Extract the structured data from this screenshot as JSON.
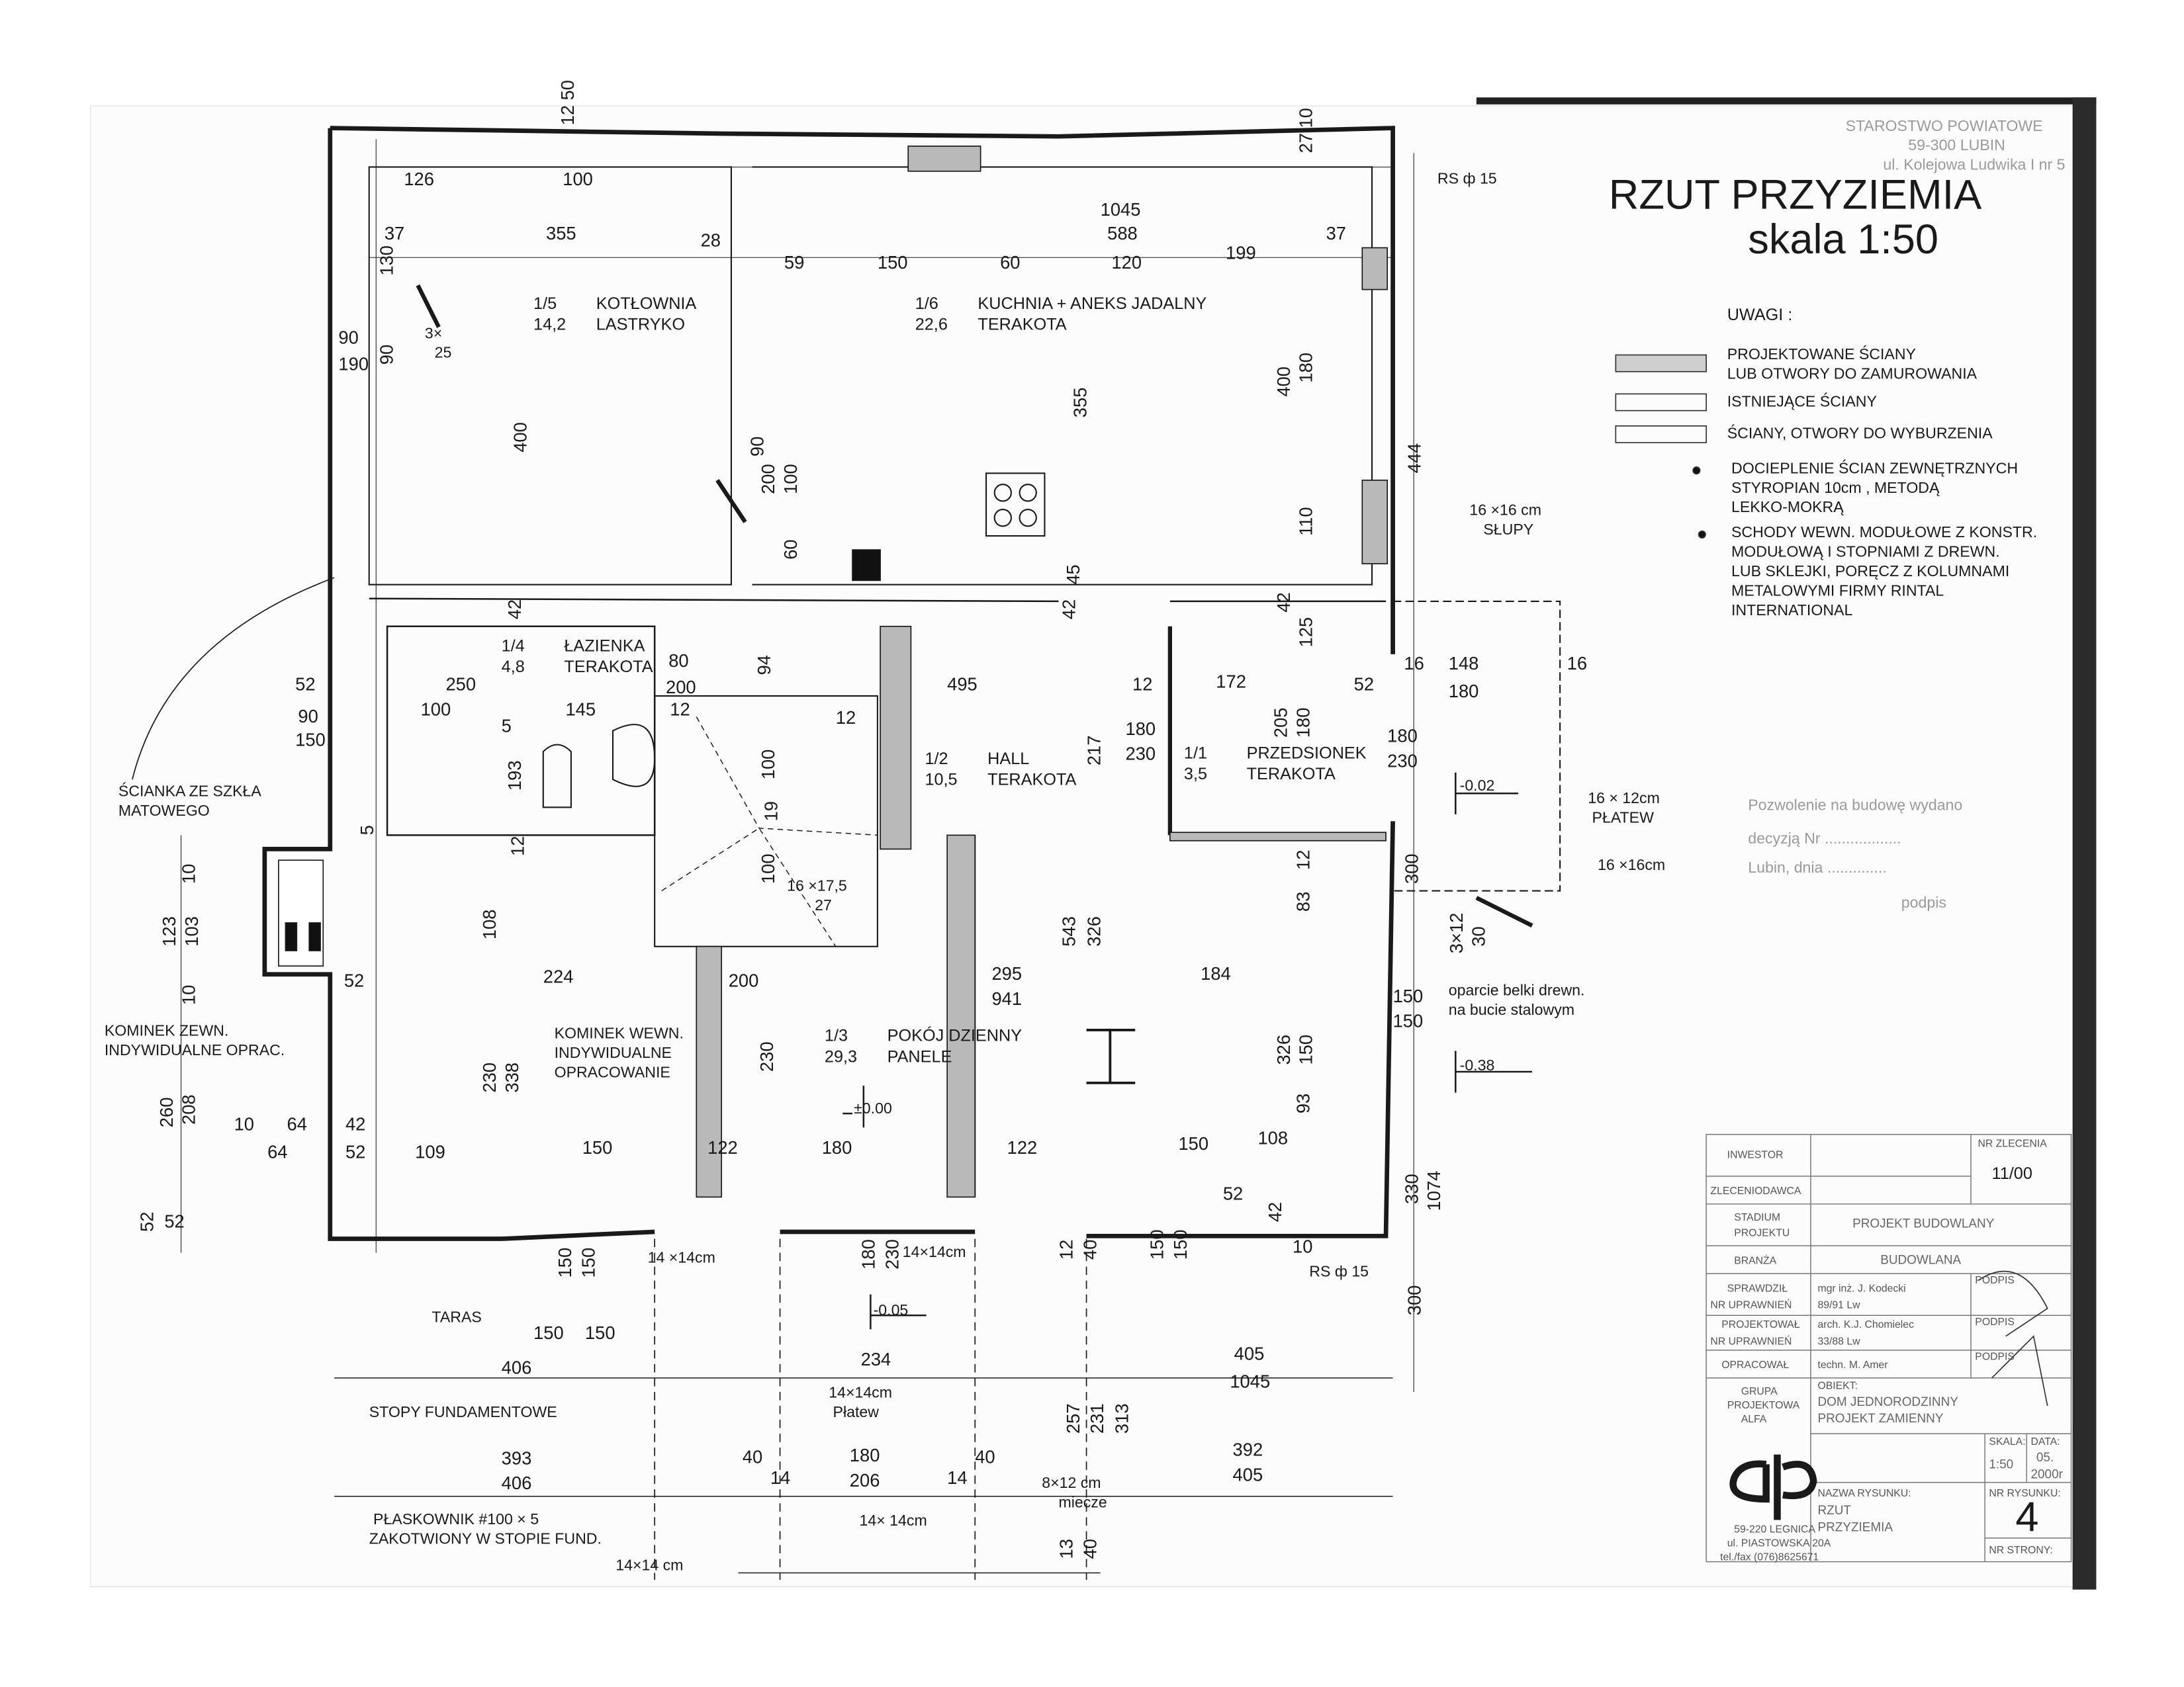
{
  "title": {
    "line1": "RZUT  PRZYZIEMIA",
    "line2": "skala 1:50"
  },
  "stamp": {
    "line1": "STAROSTWO POWIATOWE",
    "line2": "59-300  LUBIN",
    "line3": "ul. Kolejowa Ludwika I nr 5"
  },
  "permit": {
    "line1": "Pozwolenie na budowę wydano",
    "line2": "decyzją Nr ..................",
    "line3": "Lubin, dnia ..............",
    "sign": "podpis"
  },
  "notes": {
    "heading": "UWAGI  :",
    "legend": [
      {
        "l1": "PROJEKTOWANE ŚCIANY",
        "l2": "LUB  OTWORY DO ZAMUROWANIA"
      },
      {
        "l1": "ISTNIEJĄCE  ŚCIANY",
        "l2": ""
      },
      {
        "l1": "ŚCIANY, OTWORY DO WYBURZENIA",
        "l2": ""
      }
    ],
    "bullets": [
      {
        "l1": "DOCIEPLENIE  ŚCIAN  ZEWNĘTRZNYCH",
        "l2": "STYROPIAN  10cm ,     METODĄ",
        "l3": "LEKKO-MOKRĄ",
        "l4": "",
        "l5": ""
      },
      {
        "l1": "SCHODY  WEWN. MODUŁOWE  Z KONSTR.",
        "l2": "MODUŁOWĄ  I STOPNIAMI Z  DREWN.",
        "l3": "LUB  SKLEJKI, PORĘCZ Z KOLUMNAMI",
        "l4": "METALOWYMI FIRMY  RINTAL",
        "l5": "INTERNATIONAL"
      }
    ]
  },
  "rooms": [
    {
      "no": "1/5",
      "area": "14,2",
      "name": "KOTŁOWNIA",
      "floor": "LASTRYKO"
    },
    {
      "no": "1/6",
      "area": "22,6",
      "name": "KUCHNIA + ANEKS JADALNY",
      "floor": "TERAKOTA"
    },
    {
      "no": "1/4",
      "area": "4,8",
      "name": "ŁAZIENKA",
      "floor": "TERAKOTA"
    },
    {
      "no": "1/2",
      "area": "10,5",
      "name": "HALL",
      "floor": "TERAKOTA"
    },
    {
      "no": "1/1",
      "area": "3,5",
      "name": "PRZEDSIONEK",
      "floor": "TERAKOTA"
    },
    {
      "no": "1/3",
      "area": "29,3",
      "name": "POKÓJ DZIENNY",
      "floor": "PANELE"
    }
  ],
  "annotations": {
    "glass_wall": [
      "ŚCIANKA ZE SZKŁA",
      "MATOWEGO"
    ],
    "ext_fireplace": [
      "KOMINEK ZEWN.",
      "INDYWIDUALNE OPRAC."
    ],
    "int_fireplace": [
      "KOMINEK WEWN.",
      "INDYWIDUALNE",
      "OPRACOWANIE"
    ],
    "columns": [
      "16 ×16 cm",
      "SŁUPY"
    ],
    "purlin": [
      "16 × 12cm",
      "PŁATEW"
    ],
    "post": "16 ×16cm",
    "beam_support": [
      "oparcie belki drewn.",
      "na bucie stalowym"
    ],
    "terrace": "TARAS",
    "footings": "STOPY FUNDAMENTOWE",
    "flat_bar": [
      "PŁASKOWNIK #100 × 5",
      "ZAKOTWIONY W STOPIE FUND."
    ],
    "purlin2": [
      "14×14cm",
      "Płatew"
    ],
    "braces": [
      "8×12 cm",
      "miecze"
    ],
    "post_a": "14 ×14cm",
    "post_b": "14×14cm",
    "post_c": "14× 14cm",
    "post_d": "14×14 cm",
    "rs1": "RS ф 15",
    "rs2": "RS  ф 15",
    "stairs": [
      "16 ×17,5",
      "27"
    ],
    "level_000": "±0.00",
    "level_002": "-0.02",
    "level_038": "-0.38",
    "level_005": "-0.05",
    "bars": "3×",
    "bars2": "25"
  },
  "dimensions": {
    "h": [
      "126",
      "100",
      "37",
      "355",
      "28",
      "1045",
      "588",
      "37",
      "59",
      "150",
      "60",
      "120",
      "199",
      "90",
      "190",
      "52",
      "250",
      "80",
      "200",
      "495",
      "12",
      "172",
      "52",
      "16",
      "148",
      "180",
      "16",
      "90",
      "150",
      "100",
      "145",
      "12",
      "5",
      "52",
      "224",
      "200",
      "295",
      "941",
      "184",
      "150",
      "150",
      "10",
      "64",
      "42",
      "64",
      "52",
      "109",
      "150",
      "122",
      "180",
      "122",
      "150",
      "108",
      "52",
      "406",
      "234",
      "405",
      "1045",
      "393",
      "406",
      "40",
      "14",
      "180",
      "206",
      "14",
      "40",
      "392",
      "405",
      "180",
      "230",
      "180",
      "230",
      "52",
      "150",
      "150",
      "10",
      "12"
    ],
    "v": [
      "12",
      "50",
      "27",
      "10",
      "130",
      "90",
      "400",
      "90",
      "200",
      "100",
      "355",
      "400",
      "180",
      "110",
      "444",
      "45",
      "42",
      "42",
      "60",
      "42",
      "125",
      "94",
      "193",
      "100",
      "217",
      "205",
      "180",
      "19",
      "12",
      "108",
      "100",
      "12",
      "300",
      "83",
      "543",
      "326",
      "3×12",
      "30",
      "123",
      "103",
      "10",
      "10",
      "230",
      "338",
      "230",
      "326",
      "150",
      "93",
      "260",
      "208",
      "330",
      "1074",
      "52",
      "42",
      "180",
      "230",
      "150",
      "150",
      "12",
      "40",
      "150",
      "150",
      "300",
      "257",
      "231",
      "313",
      "13",
      "40",
      "5"
    ]
  },
  "title_block": {
    "investor_label": "INWESTOR",
    "order_no_label": "NR ZLECENIA",
    "order_no": "11/00",
    "client_label": "ZLECENIODAWCA",
    "stage_label1": "STADIUM",
    "stage_label2": "PROJEKTU",
    "stage": "PROJEKT  BUDOWLANY",
    "branch_label": "BRANŻA",
    "branch": "BUDOWLANA",
    "checked_label1": "SPRAWDZIŁ",
    "checked_label2": "NR UPRAWNIEŃ",
    "checked_name": "mgr inż. J. Kodecki",
    "checked_no": "89/91 Lw",
    "designed_label1": "PROJEKTOWAŁ",
    "designed_label2": "NR UPRAWNIEŃ",
    "designed_name": "arch. K.J. Chomielec",
    "designed_no": "33/88 Lw",
    "prepared_label": "OPRACOWAŁ",
    "prepared_name": "techn. M. Amer",
    "sign_label1": "PODPIS",
    "sign_label2": "PODPIS",
    "sign_label3": "PODPIS",
    "company1": "GRUPA",
    "company2": "PROJEKTOWA",
    "company3": "ALFA",
    "address1": "59-220 LEGNICA",
    "address2": "ul. PIASTOWSKA 20A",
    "address3": "tel./fax (076)8625671",
    "object_label": "OBIEKT:",
    "object1": "DOM JEDNORODZINNY",
    "object2": "PROJEKT ZAMIENNY",
    "scale_label": "SKALA:",
    "scale": "1:50",
    "date_label": "DATA:",
    "date1": "05.",
    "date2": "2000r",
    "drawing_name_label": "NAZWA RYSUNKU:",
    "drawing_name1": "RZUT",
    "drawing_name2": "PRZYZIEMIA",
    "drawing_no_label": "NR RYSUNKU:",
    "drawing_no": "4",
    "page_no_label": "NR STRONY:"
  }
}
